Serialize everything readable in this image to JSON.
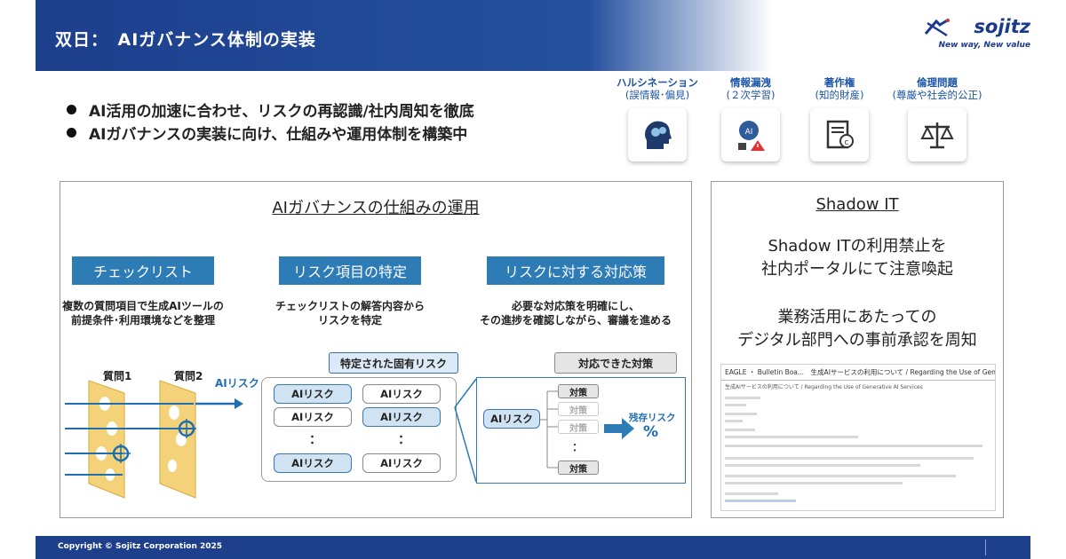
{
  "header": {
    "title": "双日：　AIガバナンス体制の実装",
    "logo_word": "sojitz",
    "logo_tagline": "New way, New value"
  },
  "bullets": [
    "AI活用の加速に合わせ、リスクの再認識/社内周知を徹底",
    "AIガバナンスの実装に向け、仕組みや運用体制を構築中"
  ],
  "risks": [
    {
      "title": "ハルシネーション",
      "sub": "(誤情報･偏見)"
    },
    {
      "title": "情報漏洩",
      "sub": "(２次学習)"
    },
    {
      "title": "著作権",
      "sub": "(知的財産)"
    },
    {
      "title": "倫理問題",
      "sub": "(尊厳や社会的公正)"
    }
  ],
  "governance": {
    "title": "AIガバナンスの仕組みの運用",
    "steps": [
      {
        "label": "チェックリスト",
        "desc": "複数の質問項目で生成AIツールの\n前提条件･利用環境などを整理"
      },
      {
        "label": "リスク項目の特定",
        "desc": "チェックリストの解答内容から\nリスクを特定"
      },
      {
        "label": "リスクに対する対応策",
        "desc": "必要な対応策を明確にし、\nその進捗を確認しながら、審議を進める"
      }
    ],
    "q1": "質問1",
    "q2": "質問2",
    "ai_risk_arrow": "AIリスク",
    "identified_label": "特定された固有リスク",
    "handled_label": "対応できた対策",
    "ai_risk": "AIリスク",
    "dots": "：",
    "measure": "対策",
    "residual_label": "残存リスク",
    "residual_value": "%"
  },
  "shadow": {
    "title": "Shadow IT",
    "text1": "Shadow ITの利用禁止を\n社内ポータルにて注意喚起",
    "text2": "業務活用にあたっての\nデジタル部門への事前承認を周知",
    "portal_head": "EAGLE ・ Bulletin Boa...　生成AIサービスの利用について / Regarding the Use of Generative AI Services",
    "portal_sub": "生成AIサービスの利用について / Regarding the Use of Generative AI Services"
  },
  "footer": {
    "copyright": "Copyright © Sojitz Corporation 2025"
  },
  "colors": {
    "brand_navy": "#1d3f8c",
    "step_blue": "#2d7cb6",
    "risk_text_blue": "#1c55a6",
    "card_yellow": "#f4d27a"
  }
}
